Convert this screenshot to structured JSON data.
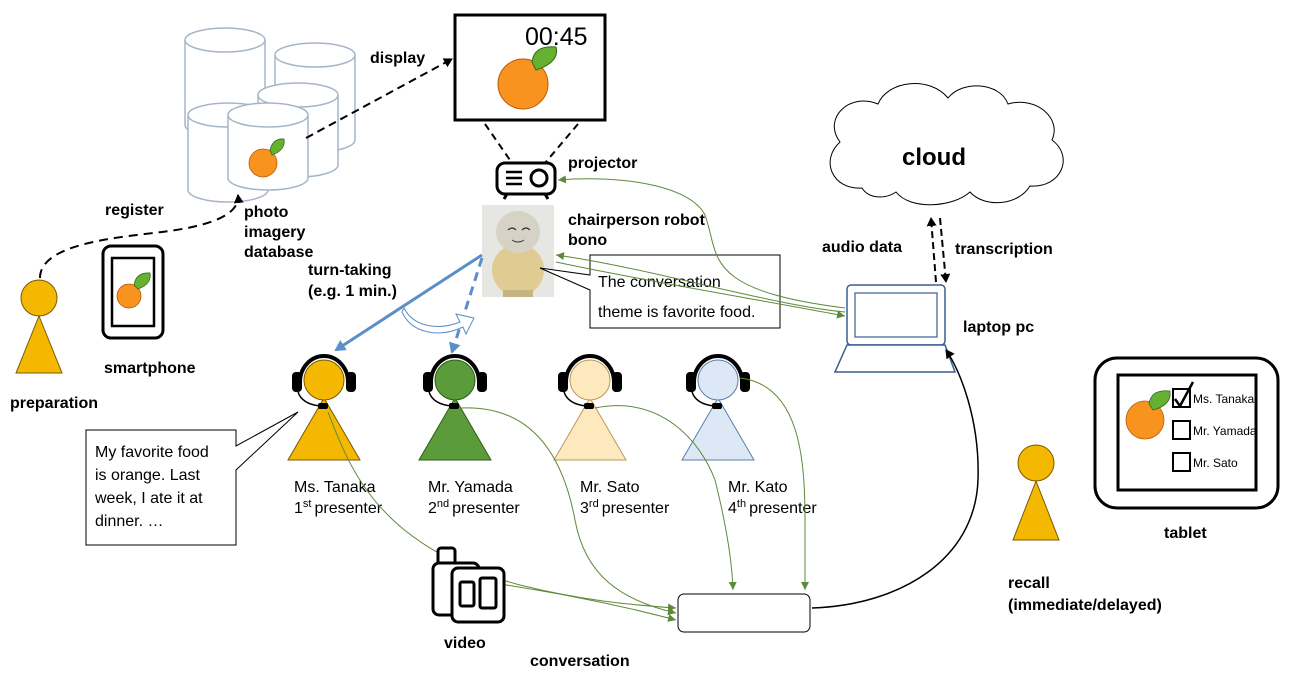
{
  "timer": "00:45",
  "labels": {
    "display": "display",
    "projector": "projector",
    "chairperson_line1": "chairperson robot",
    "chairperson_line2": "bono",
    "cloud": "cloud",
    "audio_data": "audio data",
    "transcription": "transcription",
    "laptop": "laptop pc",
    "register": "register",
    "photo_db": [
      "photo",
      "imagery",
      "database"
    ],
    "turn_taking": [
      "turn-taking",
      "(e.g. 1 min.)"
    ],
    "smartphone": "smartphone",
    "preparation": "preparation",
    "video": "video",
    "conversation": "conversation",
    "recall": [
      "recall",
      "(immediate/delayed)"
    ],
    "tablet": "tablet"
  },
  "robot_bubble": [
    "The conversation",
    "theme is favorite food."
  ],
  "speech_bubble": [
    "My favorite food",
    "is orange. Last",
    "week, I ate it at",
    "dinner. …"
  ],
  "presenters": [
    {
      "name": "Ms. Tanaka",
      "ord": "1",
      "sup": "st",
      "role": "presenter",
      "color": "#f5b800"
    },
    {
      "name": "Mr. Yamada",
      "ord": "2",
      "sup": "nd",
      "role": "presenter",
      "color": "#5b9b3a"
    },
    {
      "name": "Mr. Sato",
      "ord": "3",
      "sup": "rd",
      "role": "presenter",
      "color": "#fde9bd"
    },
    {
      "name": "Mr. Kato",
      "ord": "4",
      "sup": "th",
      "role": "presenter",
      "color": "#dce8f5"
    }
  ],
  "tablet_items": [
    {
      "name": "Ms. Tanaka",
      "checked": true
    },
    {
      "name": "Mr. Yamada",
      "checked": false
    },
    {
      "name": "Mr. Sato",
      "checked": false
    }
  ],
  "colors": {
    "orange": "#f7931e",
    "leaf": "#66b032",
    "person_yellow": "#f5b800",
    "flow_green": "#5d8a3a",
    "turn_blue": "#5b8fc8",
    "db_stroke": "#a6b6c8"
  }
}
